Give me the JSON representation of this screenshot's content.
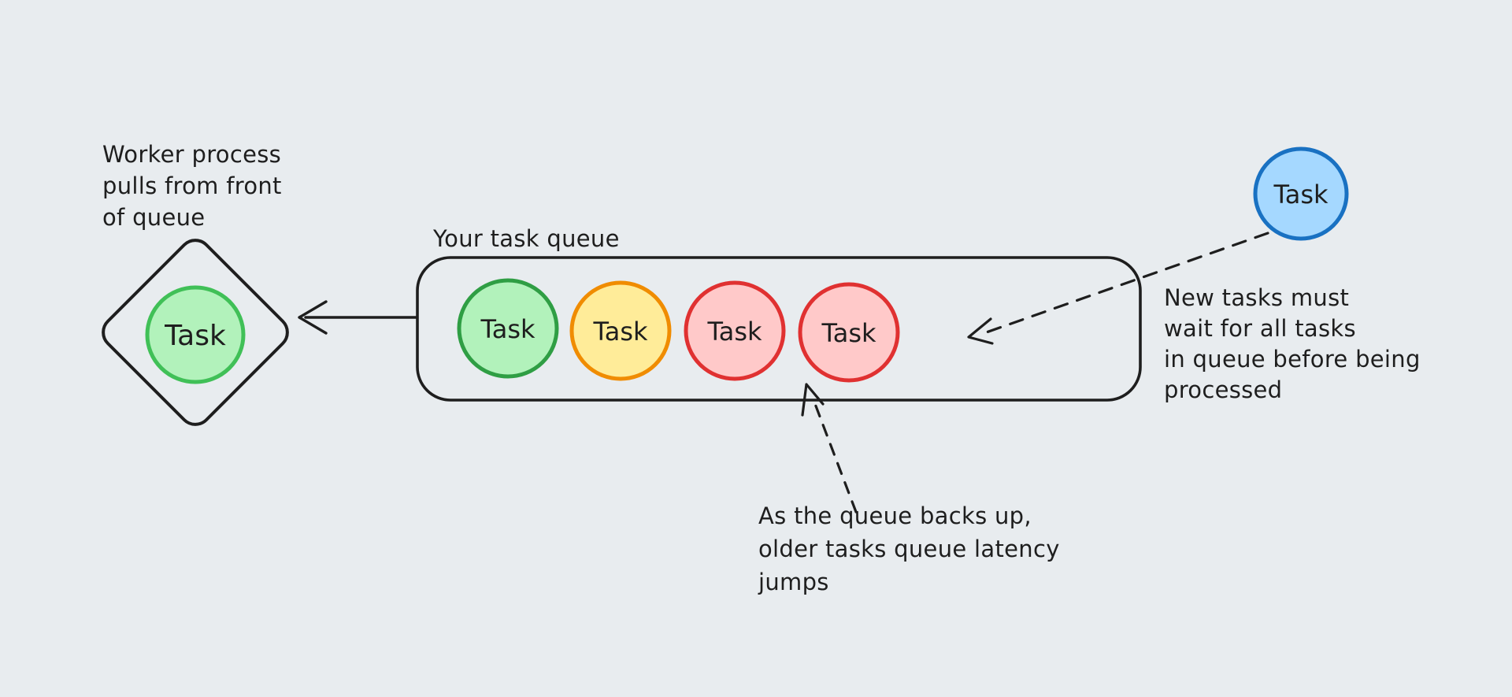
{
  "canvas": {
    "background": "#e8ecef",
    "ink": "#1e1e1e"
  },
  "worker": {
    "note": "Worker process\npulls from front\nof queue",
    "task": {
      "label": "Task",
      "fill": "#b2f2bb",
      "stroke": "#40c057"
    }
  },
  "queue": {
    "title": "Your task queue",
    "tasks": [
      {
        "label": "Task",
        "fill": "#b2f2bb",
        "stroke": "#2f9e44"
      },
      {
        "label": "Task",
        "fill": "#ffec99",
        "stroke": "#f08c00"
      },
      {
        "label": "Task",
        "fill": "#ffc9c9",
        "stroke": "#e03131"
      },
      {
        "label": "Task",
        "fill": "#ffc9c9",
        "stroke": "#e03131"
      }
    ]
  },
  "incoming": {
    "task": {
      "label": "Task",
      "fill": "#a5d8ff",
      "stroke": "#1971c2"
    },
    "note": "New tasks must\nwait for all tasks\nin queue before being\nprocessed"
  },
  "latency": {
    "note": "As the queue backs up,\nolder tasks queue latency\njumps"
  }
}
